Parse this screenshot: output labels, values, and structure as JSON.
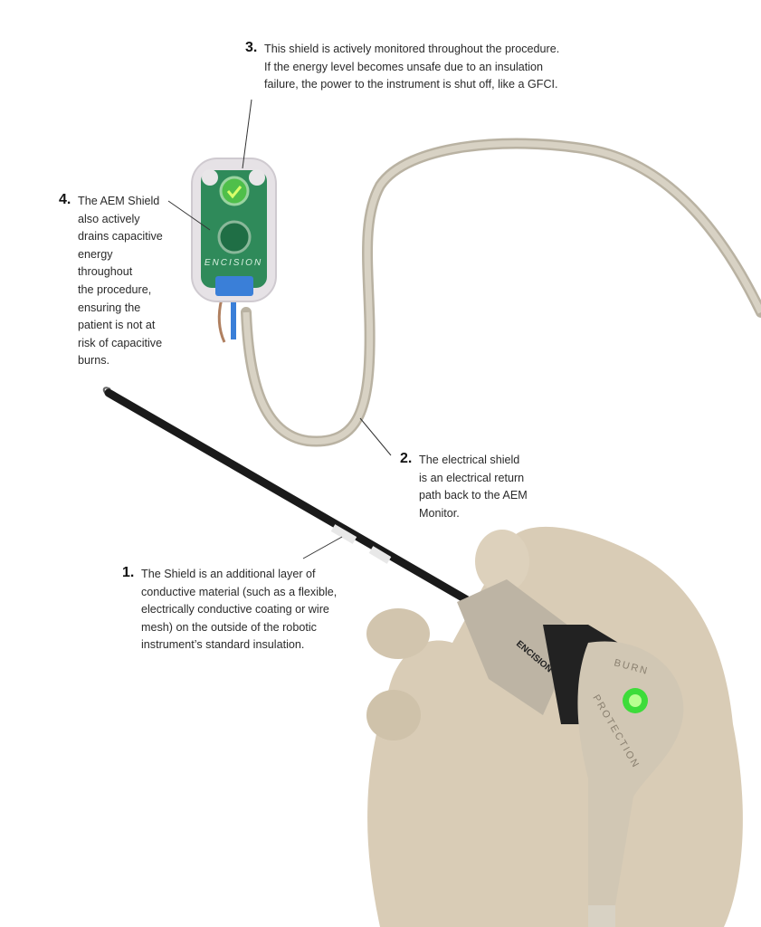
{
  "callouts": [
    {
      "number": "1.",
      "lines": [
        "The Shield is an additional layer of",
        "conductive material (such as a flexible,",
        "electrically conductive coating or wire",
        "mesh) on the outside of the robotic",
        "instrument’s standard insulation."
      ]
    },
    {
      "number": "2.",
      "lines": [
        "The electrical shield",
        "is an electrical return",
        "path back to the AEM",
        "Monitor."
      ]
    },
    {
      "number": "3.",
      "lines": [
        "This shield is actively monitored throughout the procedure.",
        "If the energy level becomes unsafe due to an insulation",
        "failure, the power to the instrument is shut off, like a GFCI."
      ]
    },
    {
      "number": "4.",
      "lines": [
        "The AEM Shield",
        "also actively",
        "drains capacitive",
        "energy",
        "throughout",
        "the procedure,",
        "ensuring the",
        "patient is not at",
        "risk of capacitive",
        "burns."
      ]
    }
  ],
  "device_logo": "ENCISION",
  "handle_logo": "ENCISION",
  "handle_label": "BURN PROTECTION",
  "colors": {
    "cable": "#cfc8b8",
    "device_board": "#2f8a5a",
    "indicator_green": "#3ddc3a",
    "connector_blue": "#3a7fd8",
    "glove": "#d9ccb6",
    "shaft": "#1a1a1a"
  }
}
